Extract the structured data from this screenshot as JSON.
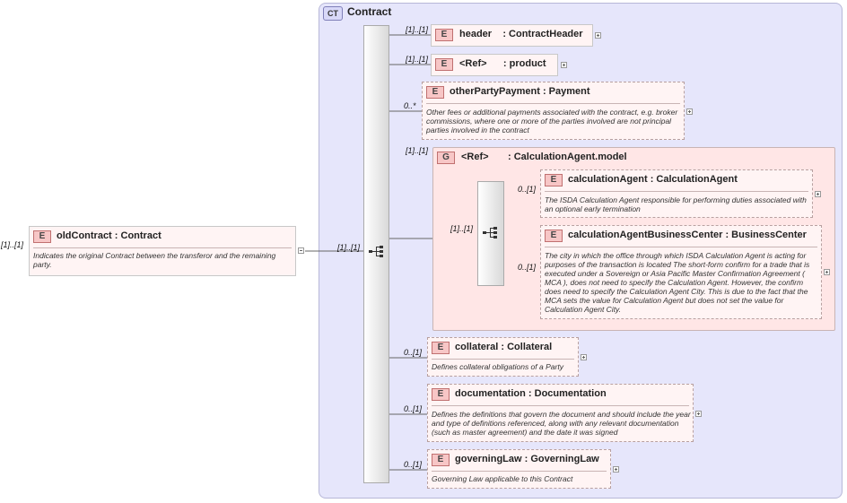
{
  "contract": {
    "badge": "CT",
    "title": "Contract"
  },
  "old_contract": {
    "card": "[1]..[1]",
    "badge": "E",
    "name": "oldContract",
    "type": ": Contract",
    "doc": "Indicates the original Contract between the transferor and the remaining party.",
    "seq_card": "[1]..[1]"
  },
  "elements": {
    "header": {
      "card": "[1]..[1]",
      "badge": "E",
      "name": "header",
      "type": ": ContractHeader"
    },
    "product": {
      "card": "[1]..[1]",
      "badge": "E",
      "name": "<Ref>",
      "type": ": product"
    },
    "other_party_payment": {
      "card": "0..*",
      "badge": "E",
      "name": "otherPartyPayment",
      "type": ": Payment",
      "doc": "Other fees or additional payments associated with the contract, e.g. broker commissions, where one or more of the parties involved are not principal parties involved in the contract"
    },
    "collateral": {
      "card": "0..[1]",
      "badge": "E",
      "name": "collateral",
      "type": ": Collateral",
      "doc": "Defines collateral obligations of a Party"
    },
    "documentation": {
      "card": "0..[1]",
      "badge": "E",
      "name": "documentation",
      "type": ": Documentation",
      "doc": "Defines the definitions that govern the document and should include the year and type of definitions referenced, along with any relevant documentation (such as master agreement) and the date it was signed"
    },
    "governing_law": {
      "card": "0..[1]",
      "badge": "E",
      "name": "governingLaw",
      "type": ": GoverningLaw",
      "doc": "Governing Law applicable to this Contract"
    }
  },
  "group": {
    "card": "[1]..[1]",
    "badge": "G",
    "name": "<Ref>",
    "type": ": CalculationAgent.model",
    "seq_card": "[1]..[1]",
    "calculation_agent": {
      "card": "0..[1]",
      "badge": "E",
      "name": "calculationAgent",
      "type": ": CalculationAgent",
      "doc": "The ISDA Calculation Agent responsible for performing duties associated with an optional early termination"
    },
    "calculation_agent_business_center": {
      "card": "0..[1]",
      "badge": "E",
      "name": "calculationAgentBusinessCenter",
      "type": ": BusinessCenter",
      "doc": "The city in which the office through which ISDA Calculation Agent is acting for purposes of the transaction is located The short-form confirm for a trade that is executed under a Sovereign or Asia Pacific Master Confirmation Agreement ( MCA ), does not need to specify the Calculation Agent. However, the confirm does need to specify the Calculation Agent City. This is due to the fact that the MCA sets the value for Calculation Agent but does not set the value for Calculation Agent City."
    }
  }
}
